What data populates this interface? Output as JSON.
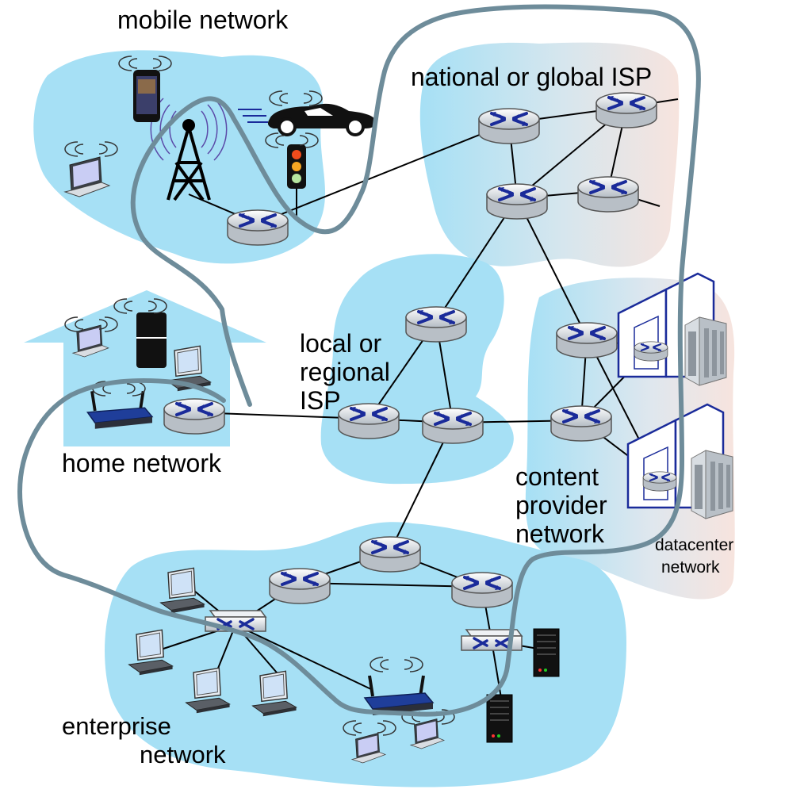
{
  "labels": {
    "mobile_network": "mobile network",
    "national_isp": "national or global ISP",
    "local_isp_line1": "local or",
    "local_isp_line2": "regional",
    "local_isp_line3": "ISP",
    "home_network": "home network",
    "content_line1": "content",
    "content_line2": "provider",
    "content_line3": "network",
    "datacenter_line1": "datacenter",
    "datacenter_line2": "network",
    "enterprise_line1": "enterprise",
    "enterprise_line2": "network"
  },
  "colors": {
    "network_fill": "#a6e0f5",
    "isp_gradient_from": "#a6e0f5",
    "isp_gradient_to": "#f7e4de",
    "router_body": "#c9ced3",
    "router_arrows": "#1a2b9a",
    "tour_path": "#6e8c9a",
    "links": "#000000"
  },
  "icons": {
    "router": "router-icon",
    "switch": "switch-icon",
    "cell_tower": "cell-tower-icon",
    "smartphone": "smartphone-icon",
    "car": "car-icon",
    "traffic_light": "traffic-light-icon",
    "laptop": "laptop-icon",
    "desktop": "desktop-computer-icon",
    "fridge": "refrigerator-icon",
    "wifi_router": "wifi-router-icon",
    "server": "server-icon",
    "server_rack": "server-rack-icon",
    "building": "building-icon"
  }
}
